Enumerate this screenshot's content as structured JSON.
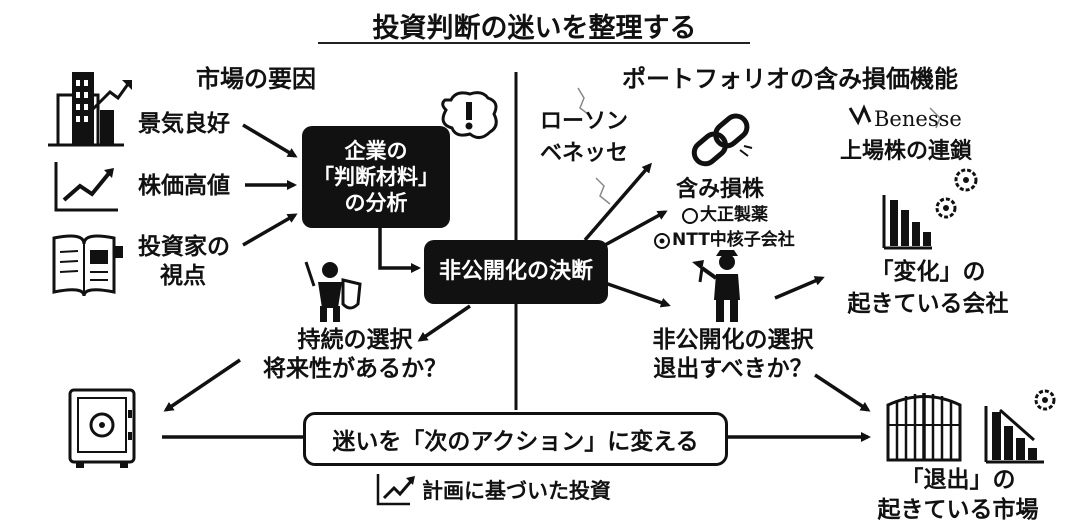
{
  "title": "投資判断の迷いを整理する",
  "left_section": {
    "heading": "市場の要因",
    "factors": [
      "景気良好",
      "株価高値",
      "投資家の",
      "視点"
    ],
    "center_box": [
      "企業の",
      "「判断材料」",
      "の分析"
    ]
  },
  "right_section": {
    "heading": "ポートフォリオの含み損価機能",
    "company_a": [
      "ローソン",
      "ベネッセ"
    ],
    "unrealized": "含み損株",
    "unrealized_items": [
      "大正製薬",
      "NTT中核子会社"
    ],
    "benesse_logo": "Benesse",
    "chain": "上場株の連鎖",
    "changing": [
      "「変化」の",
      "起きている会社"
    ],
    "delist_choice": [
      "非公開化の選択",
      "退出すべきか？"
    ],
    "exit_market": [
      "「退出」の",
      "起きている市場"
    ]
  },
  "center": {
    "decision": "非公開化の決断",
    "continue_choice": [
      "持続の選択",
      "将来性があるか？"
    ],
    "action_bar": "迷いを「次のアクション」に変える",
    "planned": "計画に基づいた投資"
  },
  "icons": [
    "building-growth-icon",
    "line-chart-icon",
    "newspaper-icon",
    "exclamation-bubble-icon",
    "knight-icon",
    "chain-link-icon",
    "lumberjack-icon",
    "bar-chart-gears-icon",
    "safe-icon",
    "gate-icon",
    "declining-bars-icon"
  ]
}
